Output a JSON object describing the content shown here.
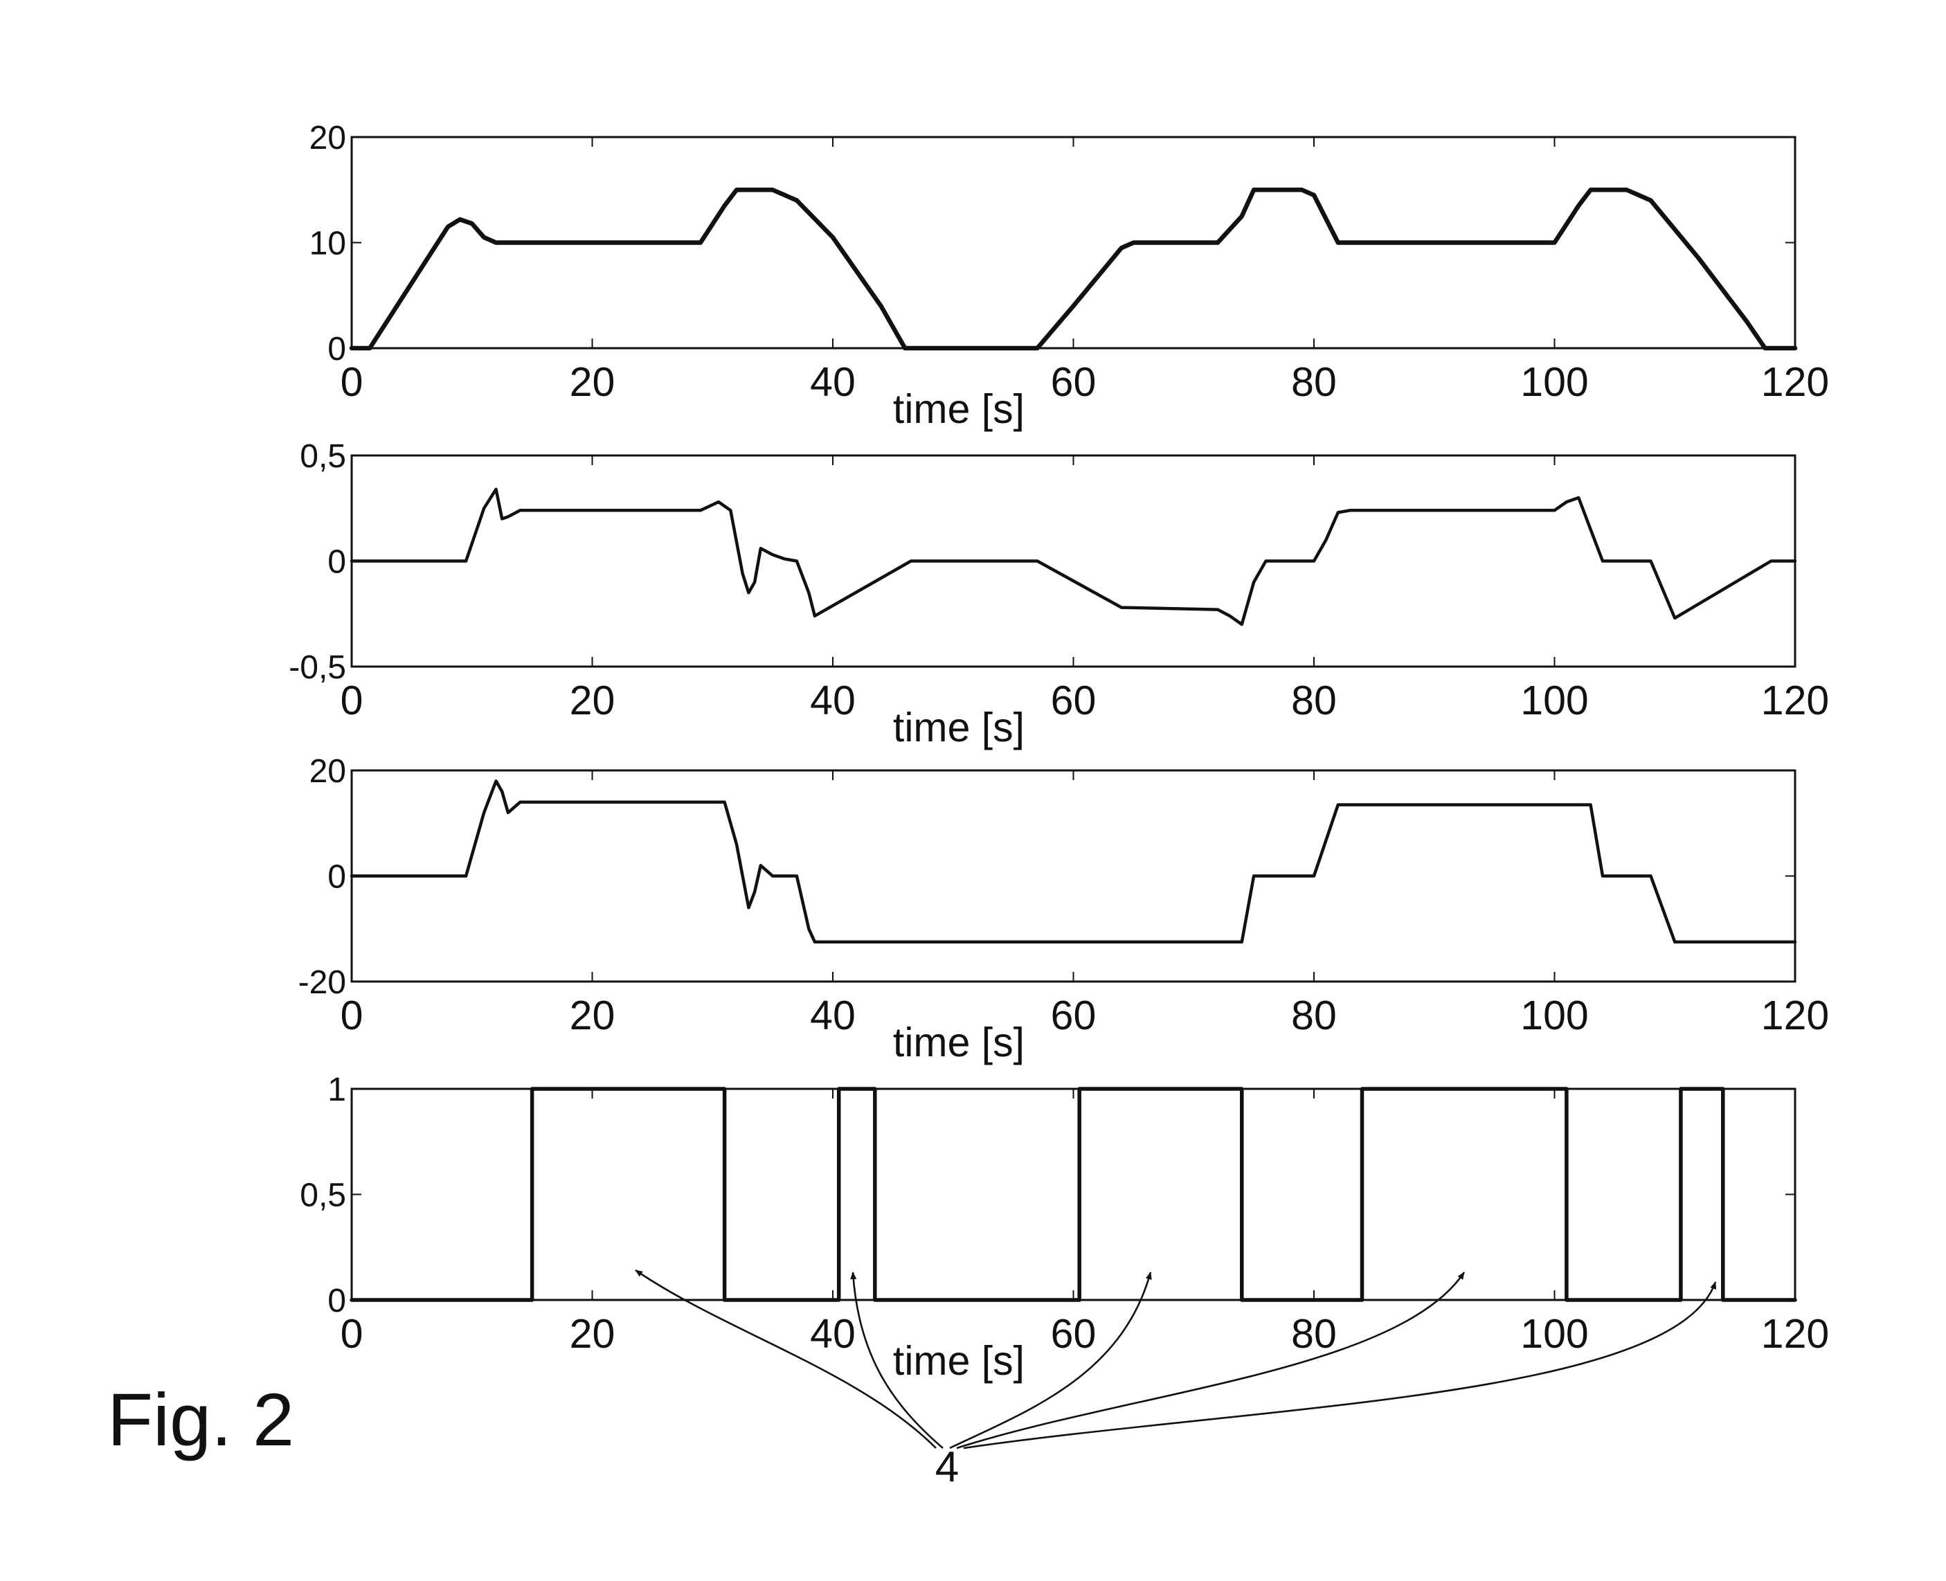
{
  "figure_label": "Fig. 2",
  "reference_numeral": "4",
  "chart_data": [
    {
      "type": "line",
      "xlabel": "time [s]",
      "ylabel": "",
      "xlim": [
        0,
        120
      ],
      "ylim": [
        0,
        20
      ],
      "x_ticks": [
        "0",
        "20",
        "40",
        "60",
        "80",
        "100",
        "120"
      ],
      "y_ticks": [
        "20",
        "10",
        "0"
      ],
      "grid": false,
      "series": [
        {
          "points": [
            [
              0,
              0
            ],
            [
              1.5,
              0
            ],
            [
              8,
              11.5
            ],
            [
              9,
              12.2
            ],
            [
              10,
              11.8
            ],
            [
              11,
              10.5
            ],
            [
              12,
              10
            ],
            [
              29,
              10
            ],
            [
              31,
              13.5
            ],
            [
              32,
              15
            ],
            [
              35,
              15
            ],
            [
              36,
              14.5
            ],
            [
              37,
              14
            ],
            [
              40,
              10.5
            ],
            [
              44,
              4
            ],
            [
              46,
              0
            ],
            [
              57,
              0
            ],
            [
              60,
              4
            ],
            [
              64,
              9.5
            ],
            [
              65,
              10
            ],
            [
              72,
              10
            ],
            [
              74,
              12.5
            ],
            [
              75,
              15
            ],
            [
              79,
              15
            ],
            [
              80,
              14.5
            ],
            [
              82,
              10
            ],
            [
              100,
              10
            ],
            [
              102,
              13.5
            ],
            [
              103,
              15
            ],
            [
              106,
              15
            ],
            [
              107,
              14.5
            ],
            [
              108,
              14
            ],
            [
              112,
              8.5
            ],
            [
              116,
              2.5
            ],
            [
              117.5,
              0
            ],
            [
              120,
              0
            ]
          ]
        }
      ]
    },
    {
      "type": "line",
      "xlabel": "time [s]",
      "ylabel": "",
      "xlim": [
        0,
        120
      ],
      "ylim": [
        -0.5,
        0.5
      ],
      "x_ticks": [
        "0",
        "20",
        "40",
        "60",
        "80",
        "100",
        "120"
      ],
      "y_ticks": [
        "0,5",
        "0",
        "-0,5"
      ],
      "grid": false,
      "series": [
        {
          "points": [
            [
              0,
              0
            ],
            [
              9.5,
              0
            ],
            [
              11,
              0.25
            ],
            [
              12,
              0.34
            ],
            [
              12.5,
              0.2
            ],
            [
              13,
              0.21
            ],
            [
              14,
              0.24
            ],
            [
              29,
              0.24
            ],
            [
              30.5,
              0.28
            ],
            [
              31.5,
              0.24
            ],
            [
              32.5,
              -0.06
            ],
            [
              33,
              -0.15
            ],
            [
              33.5,
              -0.1
            ],
            [
              34,
              0.06
            ],
            [
              35,
              0.03
            ],
            [
              36,
              0.01
            ],
            [
              37,
              0
            ],
            [
              38,
              -0.15
            ],
            [
              38.5,
              -0.26
            ],
            [
              46.5,
              0
            ],
            [
              57,
              0
            ],
            [
              64,
              -0.22
            ],
            [
              72,
              -0.23
            ],
            [
              73,
              -0.26
            ],
            [
              74,
              -0.3
            ],
            [
              75,
              -0.1
            ],
            [
              76,
              0
            ],
            [
              80,
              0
            ],
            [
              81,
              0.1
            ],
            [
              82,
              0.23
            ],
            [
              83,
              0.24
            ],
            [
              100,
              0.24
            ],
            [
              101,
              0.28
            ],
            [
              102,
              0.3
            ],
            [
              103,
              0.15
            ],
            [
              104,
              0
            ],
            [
              108,
              0
            ],
            [
              110,
              -0.27
            ],
            [
              118,
              0
            ],
            [
              120,
              0
            ]
          ]
        }
      ]
    },
    {
      "type": "line",
      "xlabel": "time [s]",
      "ylabel": "",
      "xlim": [
        0,
        120
      ],
      "ylim": [
        -20,
        20
      ],
      "x_ticks": [
        "0",
        "20",
        "40",
        "60",
        "80",
        "100",
        "120"
      ],
      "y_ticks": [
        "20",
        "0",
        "-20"
      ],
      "grid": false,
      "series": [
        {
          "points": [
            [
              0,
              0
            ],
            [
              9.5,
              0
            ],
            [
              11,
              12
            ],
            [
              12,
              18
            ],
            [
              12.5,
              16
            ],
            [
              13,
              12
            ],
            [
              14,
              14
            ],
            [
              31,
              14
            ],
            [
              32,
              6
            ],
            [
              33,
              -6
            ],
            [
              33.5,
              -3
            ],
            [
              34,
              2
            ],
            [
              35,
              0
            ],
            [
              37,
              0
            ],
            [
              38,
              -10
            ],
            [
              38.5,
              -12.5
            ],
            [
              74,
              -12.5
            ],
            [
              75,
              0
            ],
            [
              80,
              0
            ],
            [
              82,
              13.5
            ],
            [
              103,
              13.5
            ],
            [
              104,
              0
            ],
            [
              108,
              0
            ],
            [
              110,
              -12.5
            ],
            [
              120,
              -12.5
            ]
          ]
        }
      ]
    },
    {
      "type": "line",
      "xlabel": "time [s]",
      "ylabel": "",
      "xlim": [
        0,
        120
      ],
      "ylim": [
        0,
        1
      ],
      "x_ticks": [
        "0",
        "20",
        "40",
        "60",
        "80",
        "100",
        "120"
      ],
      "y_ticks": [
        "1",
        "0,5",
        "0"
      ],
      "grid": false,
      "series": [
        {
          "points": [
            [
              0,
              0
            ],
            [
              15,
              0
            ],
            [
              15,
              1
            ],
            [
              31,
              1
            ],
            [
              31,
              0
            ],
            [
              40.5,
              0
            ],
            [
              40.5,
              1
            ],
            [
              43.5,
              1
            ],
            [
              43.5,
              0
            ],
            [
              60.5,
              0
            ],
            [
              60.5,
              1
            ],
            [
              74,
              1
            ],
            [
              74,
              0
            ],
            [
              84,
              0
            ],
            [
              84,
              1
            ],
            [
              101,
              1
            ],
            [
              101,
              0
            ],
            [
              110.5,
              0
            ],
            [
              110.5,
              1
            ],
            [
              114,
              1
            ],
            [
              114,
              0
            ],
            [
              120,
              0
            ]
          ]
        }
      ]
    }
  ]
}
